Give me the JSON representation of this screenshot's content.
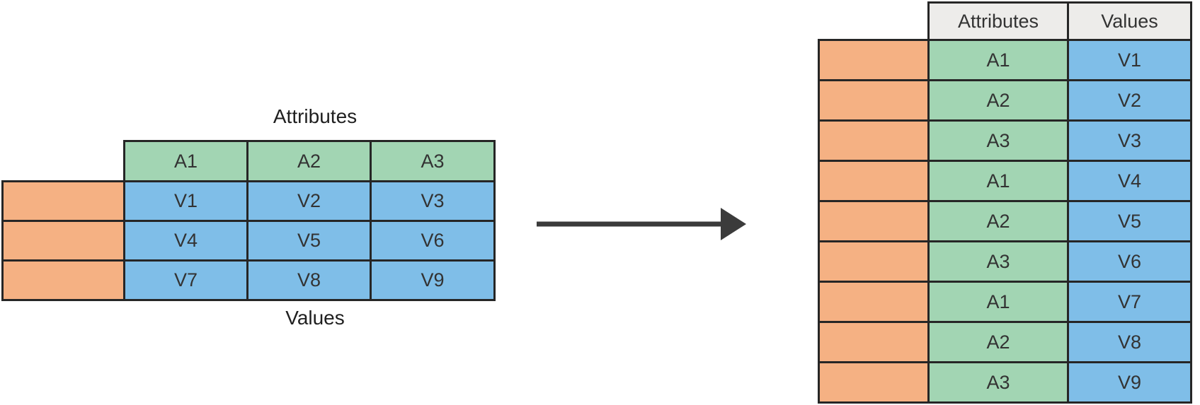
{
  "colors": {
    "orange_cell": "#f5b183",
    "green_cell": "#a2d5b3",
    "blue_cell": "#7fbee8",
    "gray_header": "#edecea",
    "border": "#262626",
    "arrow": "#3b3b3b",
    "text": "#333333"
  },
  "left_table": {
    "top_label": "Attributes",
    "bottom_label": "Values",
    "attribute_headers": [
      "A1",
      "A2",
      "A3"
    ],
    "values": [
      [
        "V1",
        "V2",
        "V3"
      ],
      [
        "V4",
        "V5",
        "V6"
      ],
      [
        "V7",
        "V8",
        "V9"
      ]
    ]
  },
  "arrow": {
    "direction": "right"
  },
  "right_table": {
    "column_headers": [
      "Attributes",
      "Values"
    ],
    "rows": [
      {
        "attribute": "A1",
        "value": "V1"
      },
      {
        "attribute": "A2",
        "value": "V2"
      },
      {
        "attribute": "A3",
        "value": "V3"
      },
      {
        "attribute": "A1",
        "value": "V4"
      },
      {
        "attribute": "A2",
        "value": "V5"
      },
      {
        "attribute": "A3",
        "value": "V6"
      },
      {
        "attribute": "A1",
        "value": "V7"
      },
      {
        "attribute": "A2",
        "value": "V8"
      },
      {
        "attribute": "A3",
        "value": "V9"
      }
    ]
  }
}
